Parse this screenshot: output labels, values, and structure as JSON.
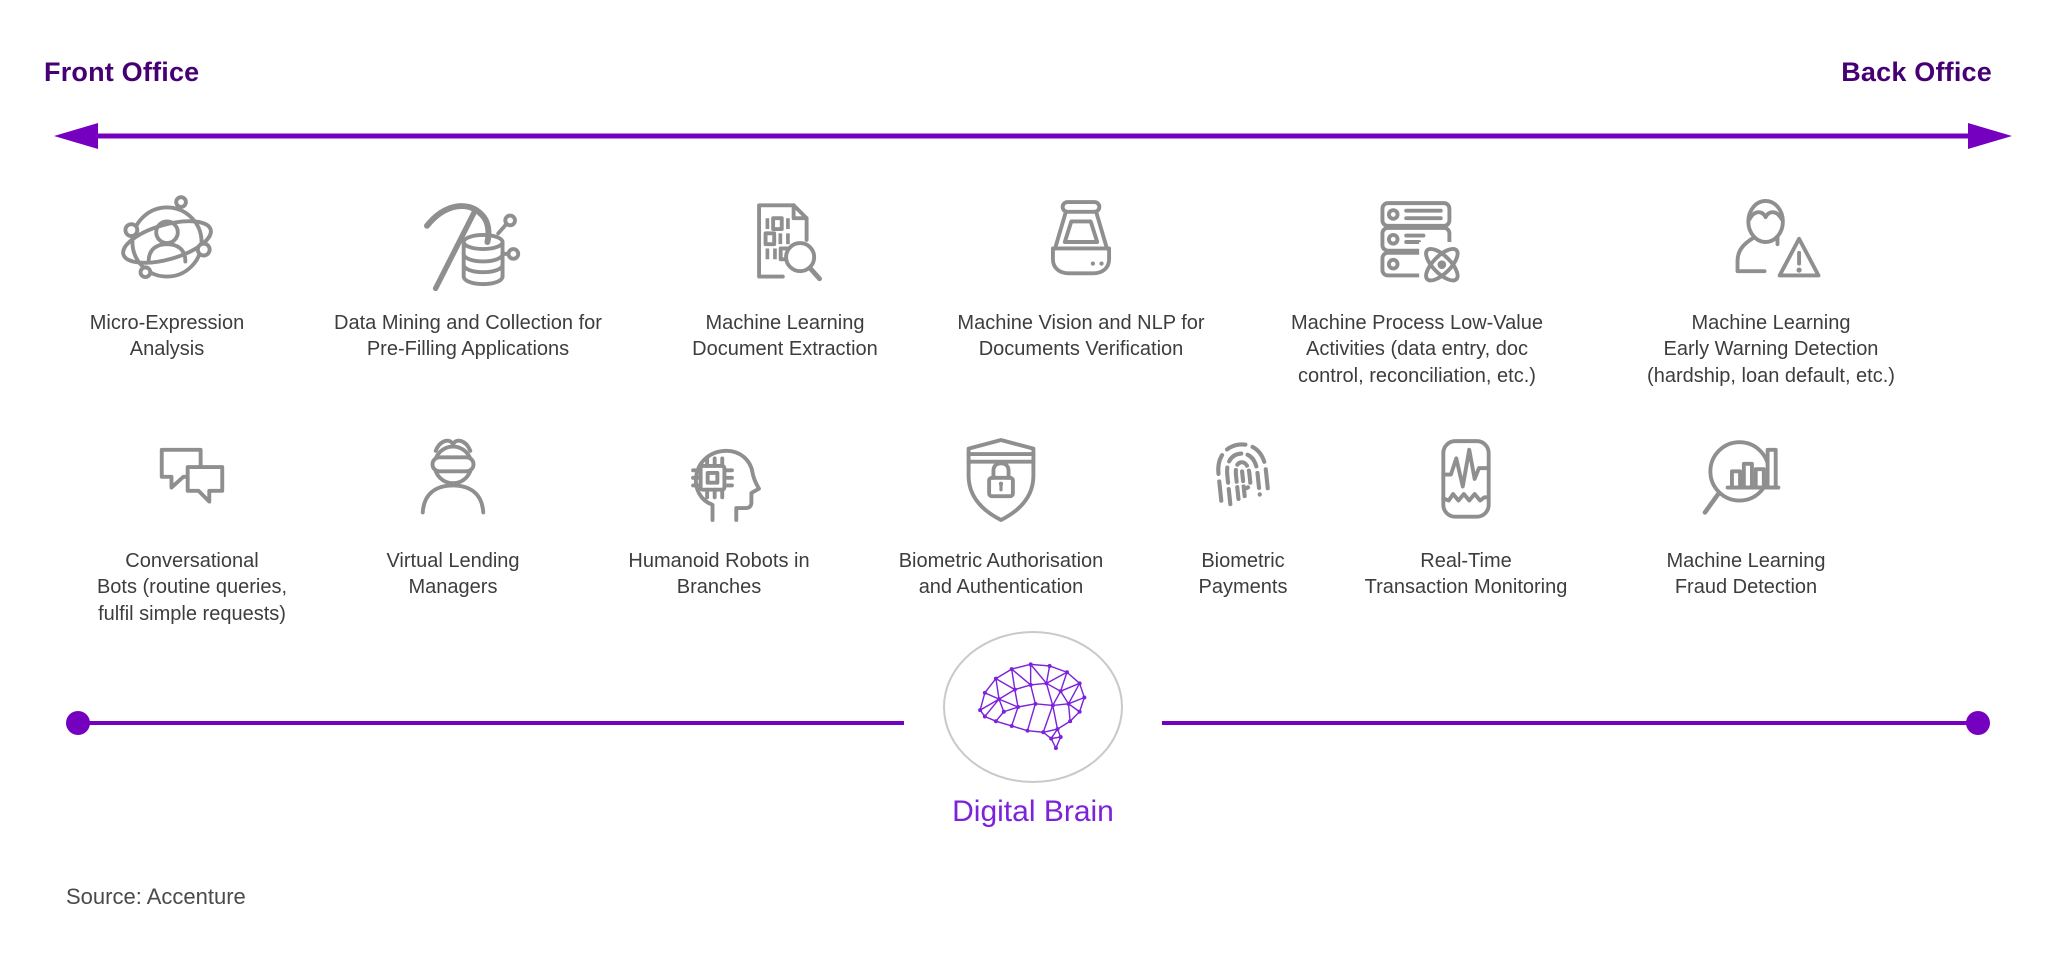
{
  "header": {
    "front_office": "Front Office",
    "back_office": "Back Office"
  },
  "colors": {
    "header_purple": "#460073",
    "axis_purple": "#7500C0",
    "brain_purple": "#7C22DB",
    "icon_gray": "#8F8F8F",
    "label_gray": "#3D3D3D",
    "ellipse_border": "#C9C9C9"
  },
  "row1": {
    "items": [
      {
        "icon": "micro-expression-icon",
        "label": "Micro-Expression\nAnalysis"
      },
      {
        "icon": "data-mining-icon",
        "label": "Data Mining and Collection for\nPre-Filling Applications"
      },
      {
        "icon": "document-extraction-icon",
        "label": "Machine Learning\nDocument Extraction"
      },
      {
        "icon": "machine-vision-scanner-icon",
        "label": "Machine Vision and NLP for\nDocuments Verification"
      },
      {
        "icon": "server-atom-icon",
        "label": "Machine Process Low-Value\nActivities (data entry, doc\ncontrol, reconciliation, etc.)"
      },
      {
        "icon": "person-warning-icon",
        "label": "Machine Learning\nEarly Warning Detection\n(hardship, loan default, etc.)"
      }
    ]
  },
  "row2": {
    "items": [
      {
        "icon": "chat-bubbles-icon",
        "label": "Conversational\nBots (routine queries,\nfulfil simple requests)"
      },
      {
        "icon": "vr-headset-person-icon",
        "label": "Virtual Lending\nManagers"
      },
      {
        "icon": "head-chip-icon",
        "label": "Humanoid Robots in\nBranches"
      },
      {
        "icon": "shield-lock-icon",
        "label": "Biometric Authorisation\nand Authentication"
      },
      {
        "icon": "fingerprint-icon",
        "label": "Biometric\nPayments"
      },
      {
        "icon": "monitor-waveform-icon",
        "label": "Real-Time\nTransaction Monitoring"
      },
      {
        "icon": "magnifier-chart-icon",
        "label": "Machine Learning\nFraud Detection"
      }
    ]
  },
  "digital_brain": {
    "label": "Digital Brain"
  },
  "source": {
    "text": "Source: Accenture"
  }
}
